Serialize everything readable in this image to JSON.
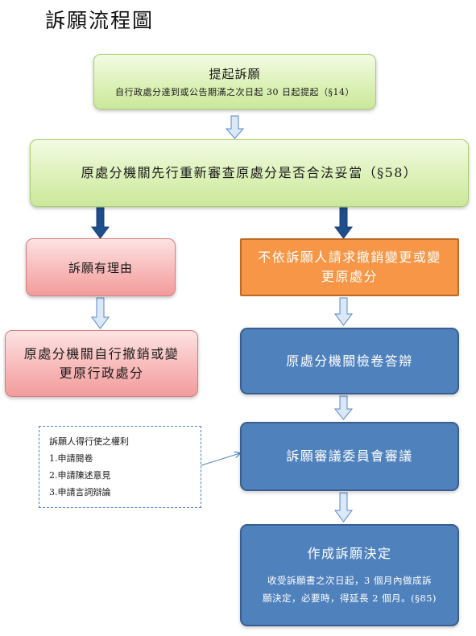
{
  "title": "訴願流程圖",
  "nodes": {
    "filing": {
      "title": "提起訴願",
      "subtitle": "自行政處分達到或公告期滿之次日起 30 日起提起（§14）"
    },
    "review": {
      "text": "原處分機關先行重新審查原處分是否合法妥當（§58）"
    },
    "justified": {
      "text": "訴願有理由"
    },
    "not_withdrawn": {
      "line1": "不依訴願人請求撤銷變更或變",
      "line2": "更原處分"
    },
    "self_revoke": {
      "line1": "原處分機關自行撤銷或變",
      "line2": "更原行政處分"
    },
    "forward_file": {
      "text": "原處分機關檢卷答辯"
    },
    "committee": {
      "text": "訴願審議委員會審議"
    },
    "decision": {
      "title": "作成訴願決定",
      "line1": "收受訴願書之次日起，3 個月內做成訴",
      "line2": "願決定，必要時，得延長 2 個月。(§85)"
    }
  },
  "rights_note": {
    "heading": "訴願人得行使之權利",
    "items": [
      "1.申請閱卷",
      "2.申請陳述意見",
      "3.申請言詞辯論"
    ]
  },
  "colors": {
    "green": "#d7efb0",
    "pink": "#f6a9a9",
    "orange": "#f79646",
    "blue": "#4f81bd",
    "arrow_light": "#c6d9f1",
    "arrow_dark": "#1f4e8c"
  }
}
